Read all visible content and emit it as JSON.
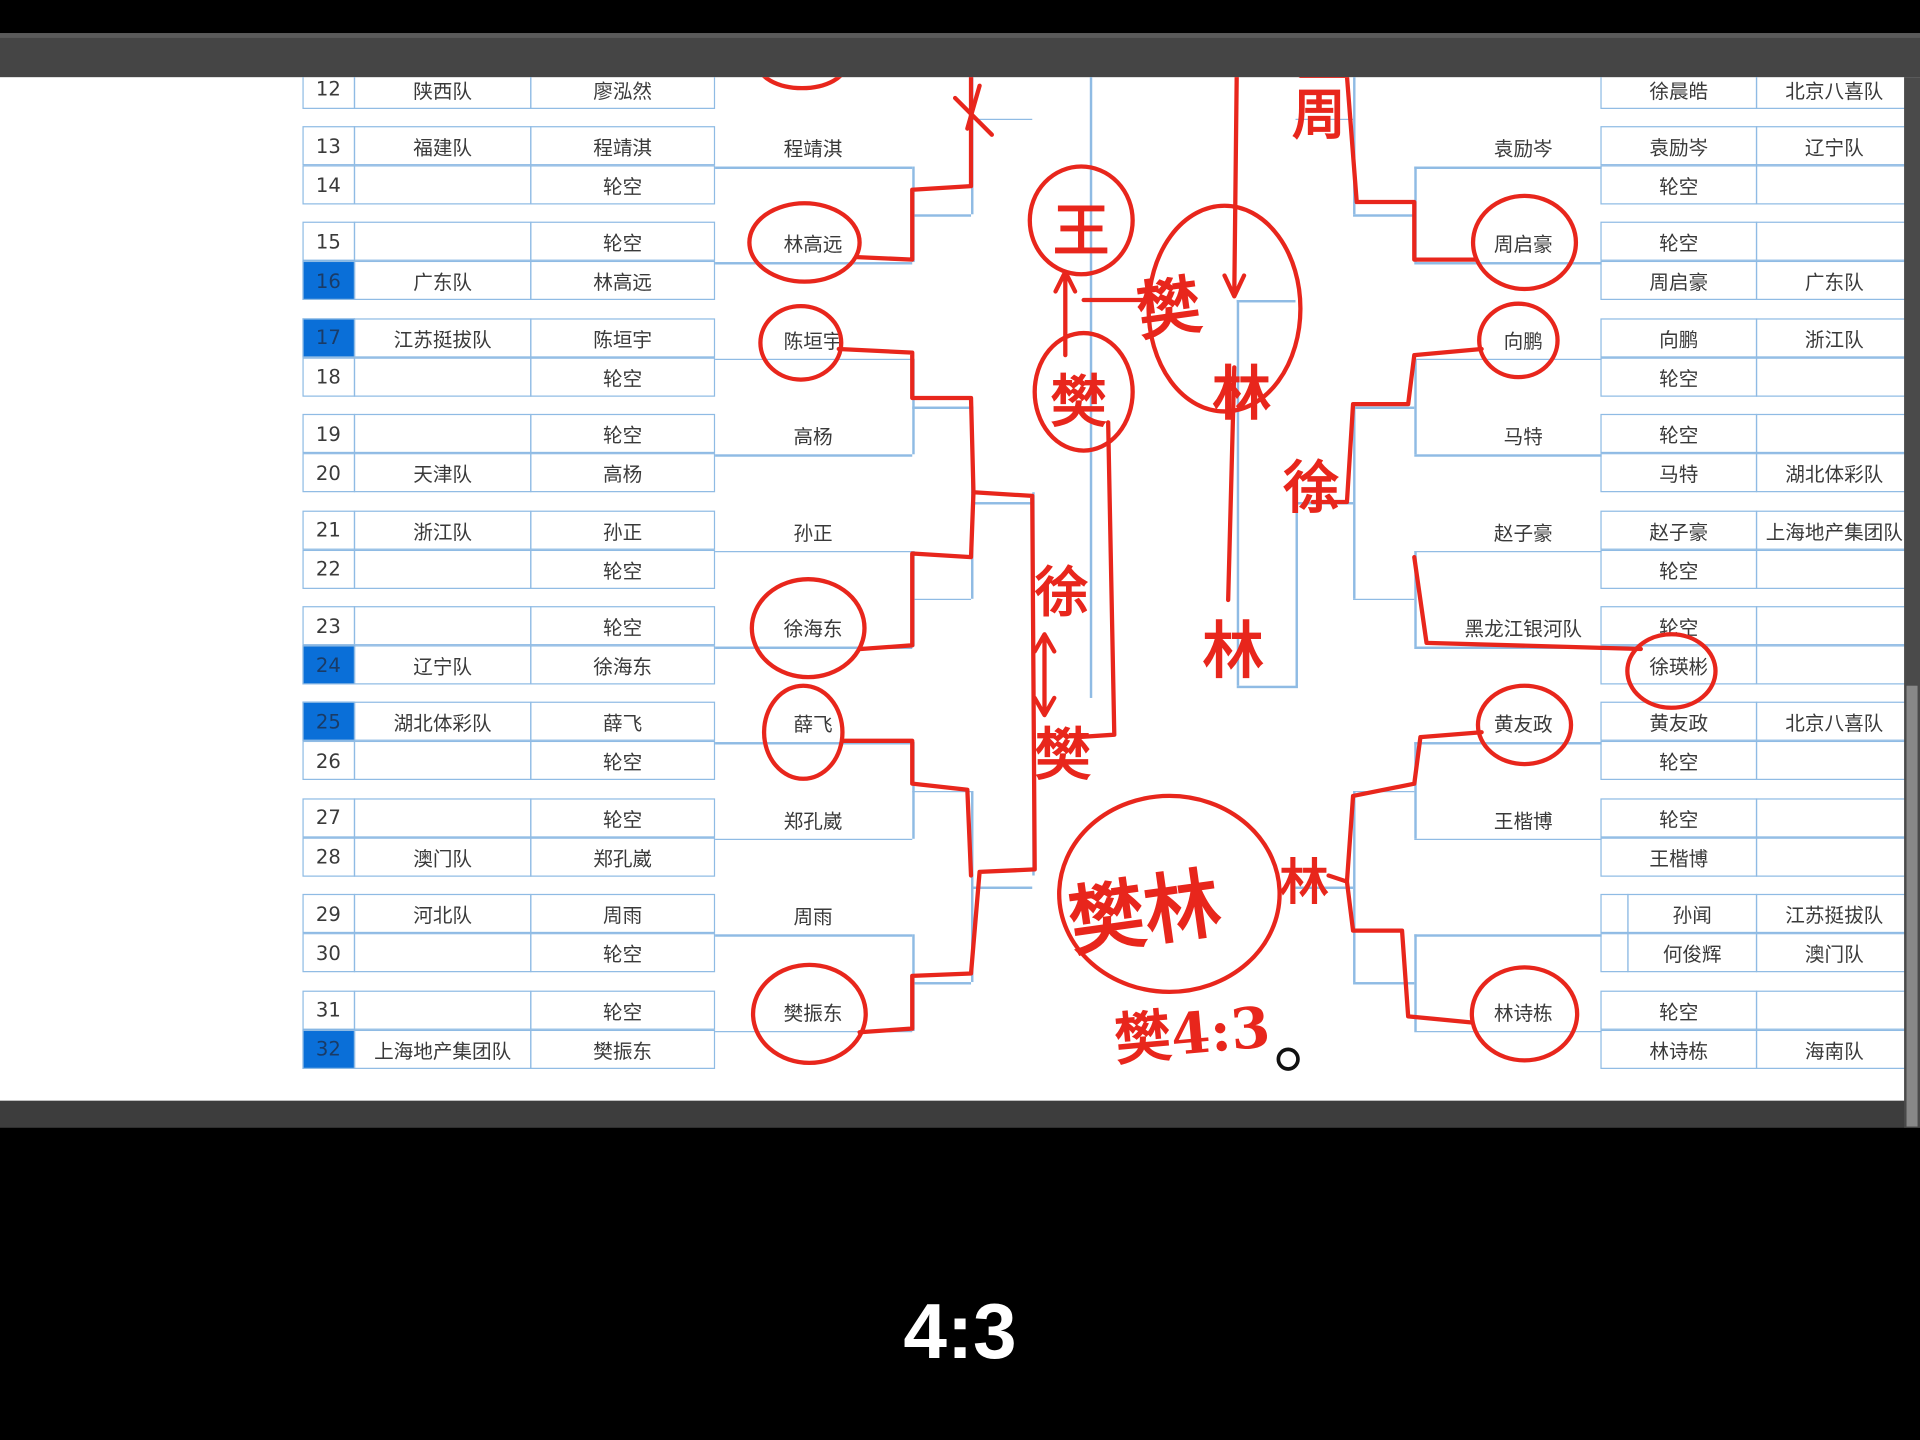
{
  "left": {
    "rows": [
      {
        "num": "12",
        "team": "陕西队",
        "player": "廖泓然",
        "seed": false
      },
      {
        "num": "13",
        "team": "福建队",
        "player": "程靖淇",
        "seed": false
      },
      {
        "num": "14",
        "team": "",
        "player": "轮空",
        "seed": false
      },
      {
        "num": "15",
        "team": "",
        "player": "轮空",
        "seed": false
      },
      {
        "num": "16",
        "team": "广东队",
        "player": "林高远",
        "seed": true
      },
      {
        "num": "17",
        "team": "江苏挺拔队",
        "player": "陈垣宇",
        "seed": true
      },
      {
        "num": "18",
        "team": "",
        "player": "轮空",
        "seed": false
      },
      {
        "num": "19",
        "team": "",
        "player": "轮空",
        "seed": false
      },
      {
        "num": "20",
        "team": "天津队",
        "player": "高杨",
        "seed": false
      },
      {
        "num": "21",
        "team": "浙江队",
        "player": "孙正",
        "seed": false
      },
      {
        "num": "22",
        "team": "",
        "player": "轮空",
        "seed": false
      },
      {
        "num": "23",
        "team": "",
        "player": "轮空",
        "seed": false
      },
      {
        "num": "24",
        "team": "辽宁队",
        "player": "徐海东",
        "seed": true
      },
      {
        "num": "25",
        "team": "湖北体彩队",
        "player": "薛飞",
        "seed": true
      },
      {
        "num": "26",
        "team": "",
        "player": "轮空",
        "seed": false
      },
      {
        "num": "27",
        "team": "",
        "player": "轮空",
        "seed": false
      },
      {
        "num": "28",
        "team": "澳门队",
        "player": "郑孔崴",
        "seed": false
      },
      {
        "num": "29",
        "team": "河北队",
        "player": "周雨",
        "seed": false
      },
      {
        "num": "30",
        "team": "",
        "player": "轮空",
        "seed": false
      },
      {
        "num": "31",
        "team": "",
        "player": "轮空",
        "seed": false
      },
      {
        "num": "32",
        "team": "上海地产集团队",
        "player": "樊振东",
        "seed": true
      }
    ],
    "round2": [
      "程靖淇",
      "林高远",
      "陈垣宇",
      "高杨",
      "孙正",
      "徐海东",
      "薛飞",
      "郑孔崴",
      "周雨",
      "樊振东"
    ]
  },
  "right": {
    "rows": [
      {
        "player": "徐晨皓",
        "team": "北京八喜队"
      },
      {
        "player": "袁励岑",
        "team": "辽宁队"
      },
      {
        "player": "轮空",
        "team": ""
      },
      {
        "player": "轮空",
        "team": ""
      },
      {
        "player": "周启豪",
        "team": "广东队"
      },
      {
        "player": "向鹏",
        "team": "浙江队"
      },
      {
        "player": "轮空",
        "team": ""
      },
      {
        "player": "轮空",
        "team": ""
      },
      {
        "player": "马特",
        "team": "湖北体彩队"
      },
      {
        "player": "赵子豪",
        "team": "上海地产集团队"
      },
      {
        "player": "轮空",
        "team": ""
      },
      {
        "player": "轮空",
        "team": ""
      },
      {
        "player": "徐瑛彬",
        "team": ""
      },
      {
        "player": "黄友政",
        "team": "北京八喜队"
      },
      {
        "player": "轮空",
        "team": ""
      },
      {
        "player": "轮空",
        "team": ""
      },
      {
        "player": "王楷博",
        "team": ""
      },
      {
        "player": "孙闻",
        "team": "江苏挺拔队",
        "split": true
      },
      {
        "player": "何俊辉",
        "team": "澳门队",
        "split": true
      },
      {
        "player": "轮空",
        "team": ""
      },
      {
        "player": "林诗栋",
        "team": "海南队"
      }
    ],
    "round2": [
      "袁励岑",
      "周启豪",
      "向鹏",
      "马特",
      "赵子豪",
      "黑龙江银河队",
      "黄友政",
      "王楷博",
      "",
      "林诗栋"
    ]
  },
  "annotations": {
    "wang": "王",
    "fan_top": "樊",
    "lin_top": "林",
    "zhou_top": "周",
    "huang": "樊",
    "xu_right": "徐",
    "xu_left": "徐",
    "fan_left": "樊",
    "lin_mid": "林",
    "final_pair": "樊林",
    "lin_right": "林",
    "result": "樊4:3"
  },
  "caption": "4:3",
  "colors": {
    "ink": "#e8261c",
    "seed": "#0a6fd8",
    "grid": "#8fbbe4"
  }
}
